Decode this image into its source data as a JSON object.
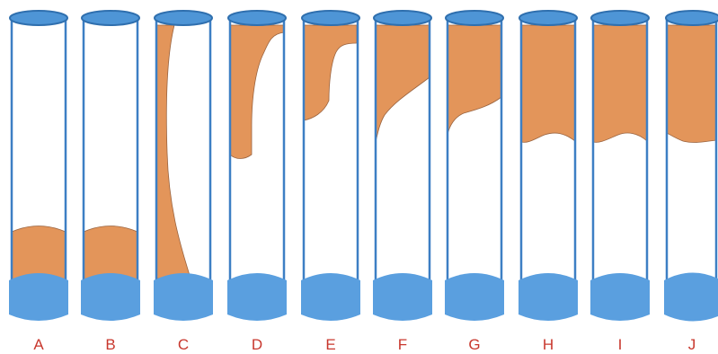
{
  "colors": {
    "tube_outline": "#3d7fc4",
    "cap_fill": "#4e95d6",
    "base_fill": "#5a9fdf",
    "substance_fill": "#e3955a",
    "substance_edge": "#8a5a3a",
    "label": "#c8372d"
  },
  "tubes": [
    {
      "label": "A",
      "substance": "band_low"
    },
    {
      "label": "B",
      "substance": "band_low"
    },
    {
      "label": "C",
      "substance": "wall_streak"
    },
    {
      "label": "D",
      "substance": "top_irregular"
    },
    {
      "label": "E",
      "substance": "top_irregular"
    },
    {
      "label": "F",
      "substance": "top_curved"
    },
    {
      "label": "G",
      "substance": "top_curved"
    },
    {
      "label": "H",
      "substance": "top_band"
    },
    {
      "label": "I",
      "substance": "top_band"
    },
    {
      "label": "J",
      "substance": "top_band"
    }
  ]
}
